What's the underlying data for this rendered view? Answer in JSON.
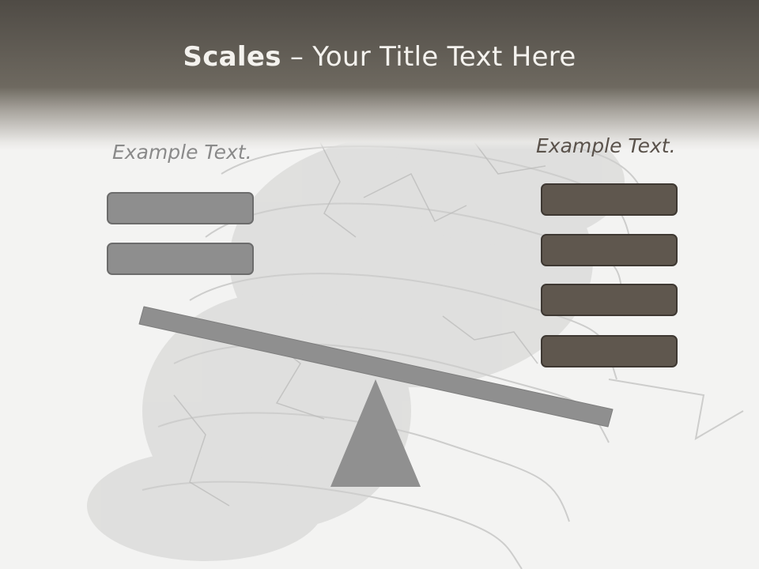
{
  "title": {
    "bold": "Scales",
    "rest": " – Your Title Text Here"
  },
  "left": {
    "label": "Example Text."
  },
  "right": {
    "label": "Example Text."
  },
  "colors": {
    "header_dark": "#4f4b45",
    "left_box": "#8e8e8e",
    "right_box": "#5f574e",
    "scale_gray": "#8f8f8f"
  }
}
